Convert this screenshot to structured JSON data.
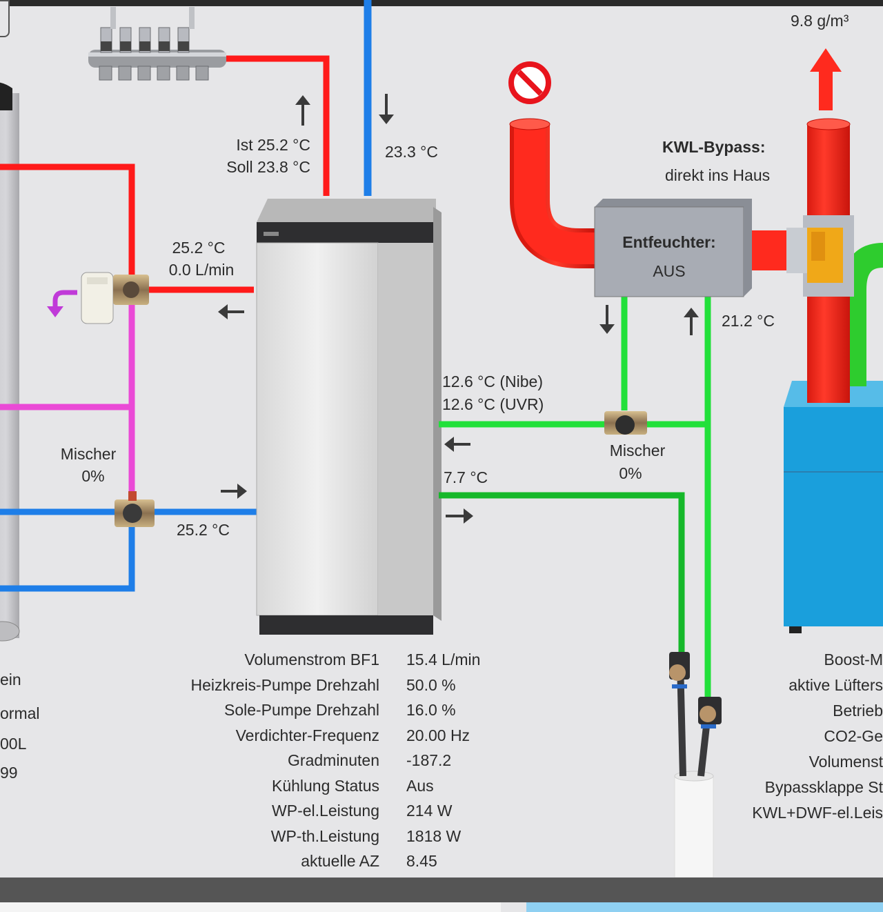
{
  "colors": {
    "hot": "#ff1a1a",
    "cold": "#1e7ee8",
    "mix": "#ea4ad6",
    "brine": "#22e03a",
    "brine_dark": "#16b82a",
    "duct_red": "#ff2a1e",
    "unit_blue": "#1a9fdc",
    "dehum_grey": "#a8acb4"
  },
  "icons": {
    "blocked": "no-entry-icon",
    "exhaust": "arrow-up-icon",
    "diverter": "turn-arrow-icon"
  },
  "heating": {
    "top_return_temp": "23.3 °C",
    "flow_ist": "Ist 25.2 °C",
    "flow_soll": "Soll 23.8 °C",
    "buffer_flow_temp": "25.2 °C",
    "buffer_flow_rate": "0.0 L/min",
    "mixer_label": "Mischer",
    "mixer_value": "0%",
    "return_temp": "25.2 °C"
  },
  "brine": {
    "in_nibe": "12.6 °C (Nibe)",
    "in_uvr": "12.6 °C (UVR)",
    "out_temp": "7.7 °C",
    "mixer_label": "Mischer",
    "mixer_value": "0%",
    "kwl_return_temp": "21.2 °C"
  },
  "ventilation": {
    "humidity": "9.8 g/m³",
    "bypass_title": "KWL-Bypass:",
    "bypass_value": "direkt ins Haus",
    "dehumidifier_title": "Entfeuchter:",
    "dehumidifier_value": "AUS"
  },
  "left_partial": [
    "ein",
    "ormal",
    "00L",
    "99"
  ],
  "heatpump_stats": [
    {
      "label": "Volumenstrom BF1",
      "value": "15.4 L/min"
    },
    {
      "label": "Heizkreis-Pumpe Drehzahl",
      "value": "50.0 %"
    },
    {
      "label": "Sole-Pumpe Drehzahl",
      "value": "16.0 %"
    },
    {
      "label": "Verdichter-Frequenz",
      "value": "20.00 Hz"
    },
    {
      "label": "Gradminuten",
      "value": "-187.2"
    },
    {
      "label": "Kühlung Status",
      "value": "Aus"
    },
    {
      "label": "WP-el.Leistung",
      "value": "214 W"
    },
    {
      "label": "WP-th.Leistung",
      "value": "1818 W"
    },
    {
      "label": "aktuelle AZ",
      "value": "8.45"
    }
  ],
  "kwl_partial": [
    "Boost-M",
    "aktive Lüfters",
    "Betrieb",
    "CO2-Ge",
    "Volumenst",
    "Bypassklappe St",
    "KWL+DWF-el.Leis"
  ]
}
